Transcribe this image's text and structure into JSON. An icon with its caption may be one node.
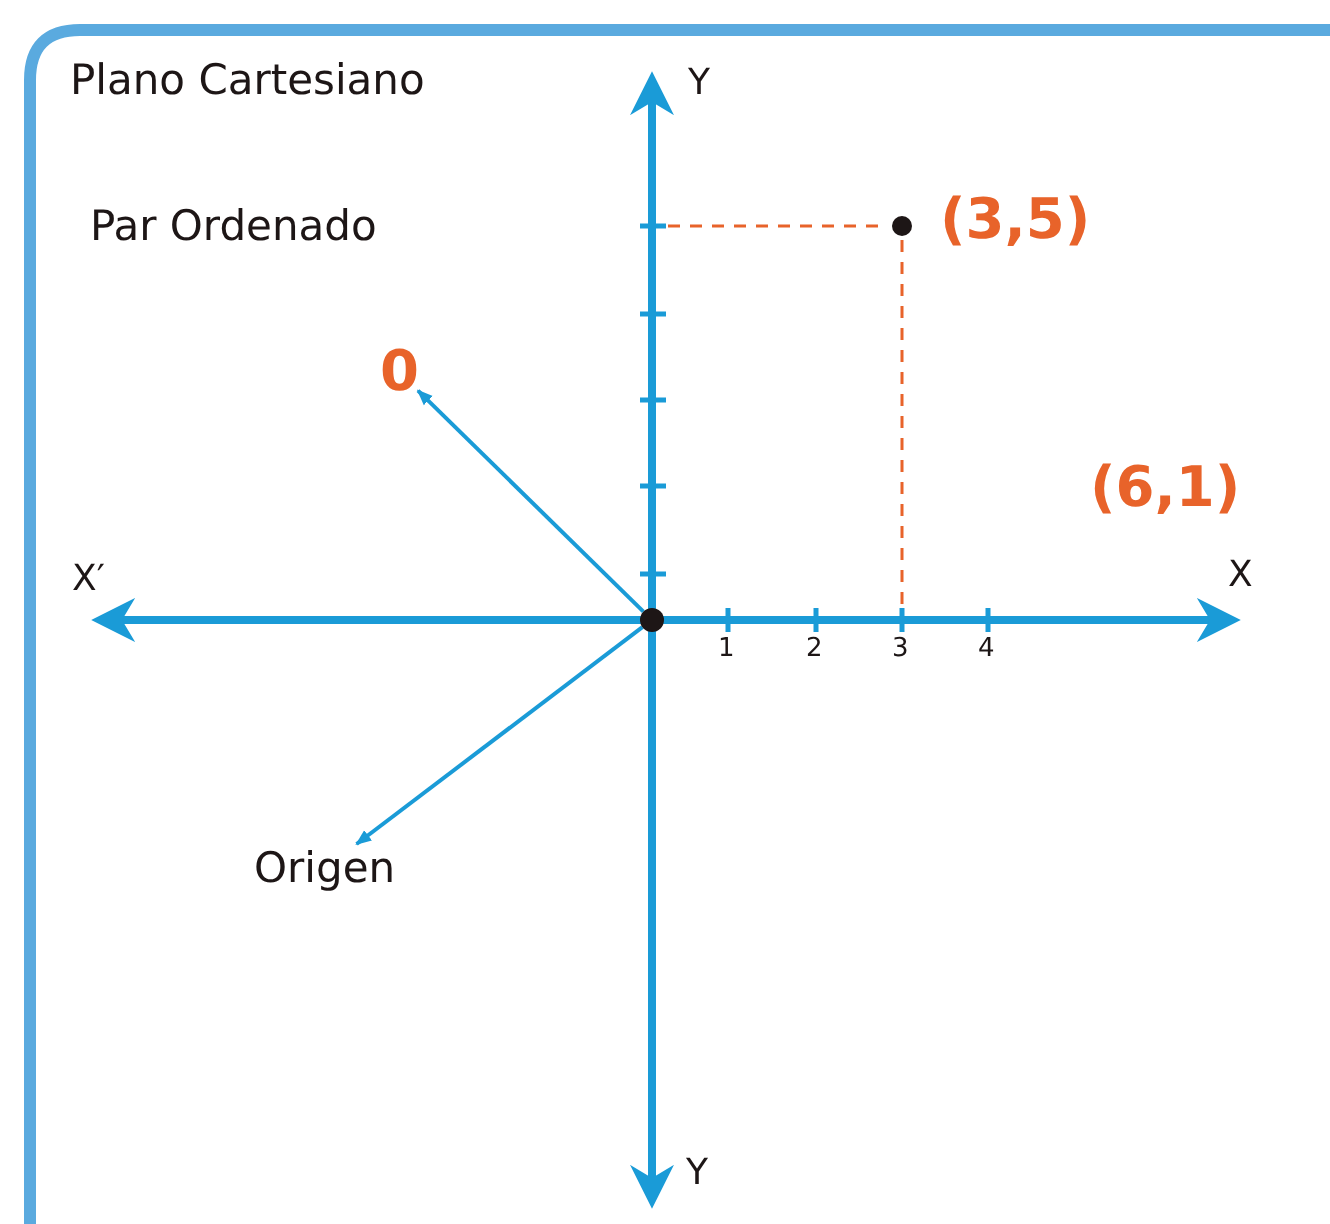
{
  "diagram": {
    "title": "Plano Cartesiano",
    "nodes": [
      {
        "text": [
          "0"
        ]
      },
      {
        "text": [
          "Origen"
        ]
      },
      {
        "text": [],
        "shape": "circle"
      }
    ],
    "edges": [
      {
        "from": 2,
        "to": 0,
        "arrow": "to"
      },
      {
        "from": 2,
        "to": 1,
        "arrow": "to"
      }
    ],
    "labels": [
      "Y",
      "Par Ordenado",
      "(3,5)",
      "(6,1)",
      "X′",
      "X",
      "1",
      "2",
      "3",
      "4",
      "Y"
    ]
  }
}
